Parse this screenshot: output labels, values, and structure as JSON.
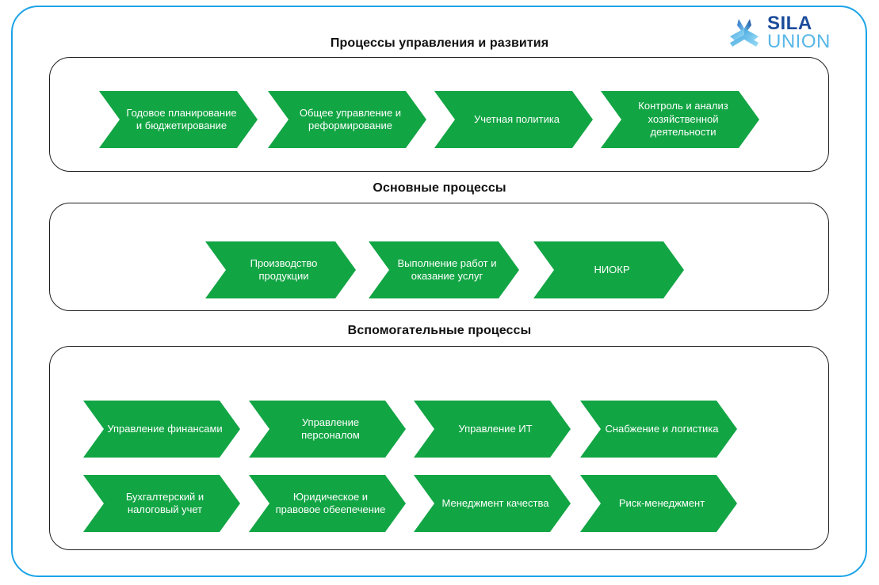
{
  "brand": {
    "logo_icon": "sila-union-trident-logo",
    "name_primary": "SILA",
    "name_secondary": "UNION",
    "color_primary": "#1B4C9B",
    "color_secondary": "#58B7E8"
  },
  "theme": {
    "frame_border": "#1BA3E8",
    "band_border": "#1E1E1E",
    "chevron_fill": "#12A544",
    "chevron_text": "#FFFFFF",
    "title_text": "#111111",
    "background": "#FFFFFF"
  },
  "diagram": {
    "type": "process-map",
    "sections": [
      {
        "title": "Процессы управления и развития",
        "items": [
          "Годовое планирование и бюджетирование",
          "Общее управление и реформирование",
          "Учетная политика",
          "Контроль и анализ хозяйственной деятельности"
        ]
      },
      {
        "title": "Основные процессы",
        "items": [
          "Производство продукции",
          "Выполнение работ и оказание услуг",
          "НИОКР"
        ]
      },
      {
        "title": "Вспомогательные процессы",
        "items": [
          "Управление финансами",
          "Управление персоналом",
          "Управление ИТ",
          "Снабжение и логистика",
          "Бухгалтерский и налоговый учет",
          "Юридическое и правовое обеепечение",
          "Менеджмент качества",
          "Риск-менеджмент"
        ]
      }
    ]
  }
}
